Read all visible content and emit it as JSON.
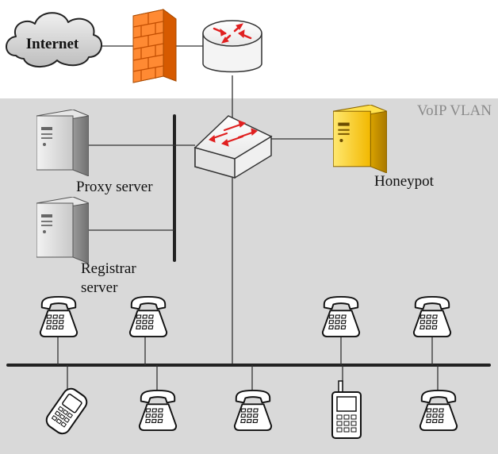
{
  "nodes": {
    "internet": {
      "label": "Internet",
      "icon": "cloud-icon"
    },
    "firewall": {
      "icon": "firewall-icon"
    },
    "router": {
      "icon": "router-icon"
    },
    "switch": {
      "icon": "switch-icon"
    },
    "proxy_server": {
      "label": "Proxy server",
      "icon": "server-icon"
    },
    "registrar_server": {
      "label_line1": "Registrar",
      "label_line2": "server",
      "icon": "server-icon"
    },
    "honeypot": {
      "label": "Honeypot",
      "icon": "server-icon"
    },
    "phones": {
      "desk_phone_icon": "desk-phone-icon",
      "mobile_phone_icon": "mobile-phone-icon",
      "cordless_phone_icon": "cordless-phone-icon"
    }
  },
  "vlan": {
    "label": "VoIP VLAN"
  },
  "colors": {
    "vlan_background": "#d9d9d9",
    "firewall": "#ff7f27",
    "honeypot": "#ffd21a",
    "server": "#d9d9d9",
    "arrows": "#e02020"
  }
}
